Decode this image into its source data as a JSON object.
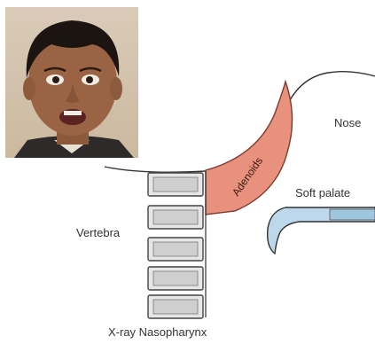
{
  "labels": {
    "adenoids": "Adenoids",
    "nose": "Nose",
    "soft_palate": "Soft palate",
    "vertebra": "Vertebra",
    "caption": "X-ray Nasopharynx"
  },
  "photo": {
    "icon": "child-face-photo"
  },
  "colors": {
    "adenoid_fill": "#e8917c",
    "adenoid_stroke": "#7a3a2e",
    "vertebra_fill": "#e6e6e6",
    "vertebra_stroke": "#444444",
    "palate_fill": "#bcd8ea",
    "outline": "#333333"
  }
}
